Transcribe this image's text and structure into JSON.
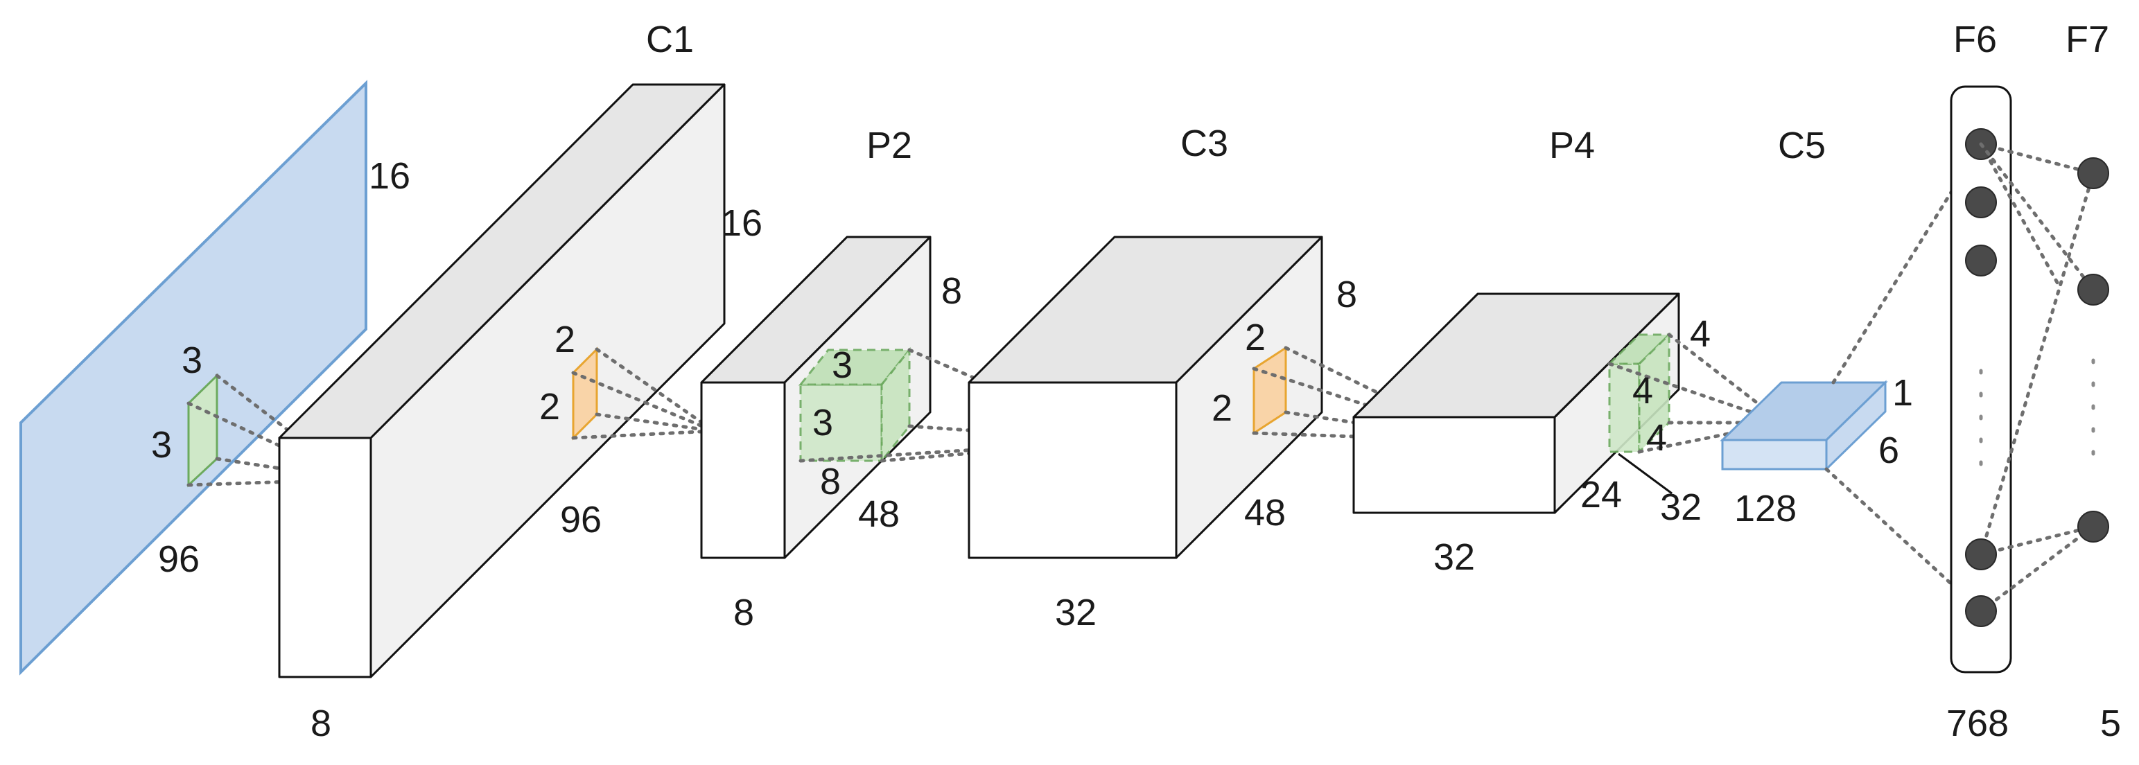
{
  "layers": {
    "input": {
      "dims": {
        "height": "96",
        "depth": "16"
      }
    },
    "c1": {
      "label": "C1",
      "dims": {
        "width": "8",
        "height": "96",
        "depth": "16"
      }
    },
    "p2": {
      "label": "P2",
      "dims": {
        "width": "8",
        "height": "48",
        "depth": "8"
      }
    },
    "c3": {
      "label": "C3",
      "dims": {
        "width": "32",
        "height": "48",
        "depth": "8"
      }
    },
    "p4": {
      "label": "P4",
      "dims": {
        "width": "32",
        "height": "24",
        "depth": "32"
      }
    },
    "c5": {
      "label": "C5",
      "dims": {
        "width": "128",
        "height": "6",
        "depth": "1"
      }
    },
    "f6": {
      "label": "F6",
      "units": "768"
    },
    "f7": {
      "label": "F7",
      "units": "5"
    }
  },
  "kernels": {
    "conv1": {
      "h": "3",
      "w": "3"
    },
    "pool2": {
      "h": "2",
      "w": "2"
    },
    "conv3": {
      "h": "3",
      "w": "3",
      "d": "8"
    },
    "pool4": {
      "h": "2",
      "w": "2"
    },
    "conv5": {
      "h": "4",
      "w": "4",
      "d": "4"
    }
  },
  "colors": {
    "input_fill": "#c8daf0",
    "input_stroke": "#6c9fd2",
    "conv_kernel_fill": "#cfe8c8",
    "conv_kernel_stroke": "#6caa5e",
    "pool_kernel_fill": "#f9d4a8",
    "pool_kernel_stroke": "#e8a530",
    "neuron": "#4a4a4a"
  }
}
